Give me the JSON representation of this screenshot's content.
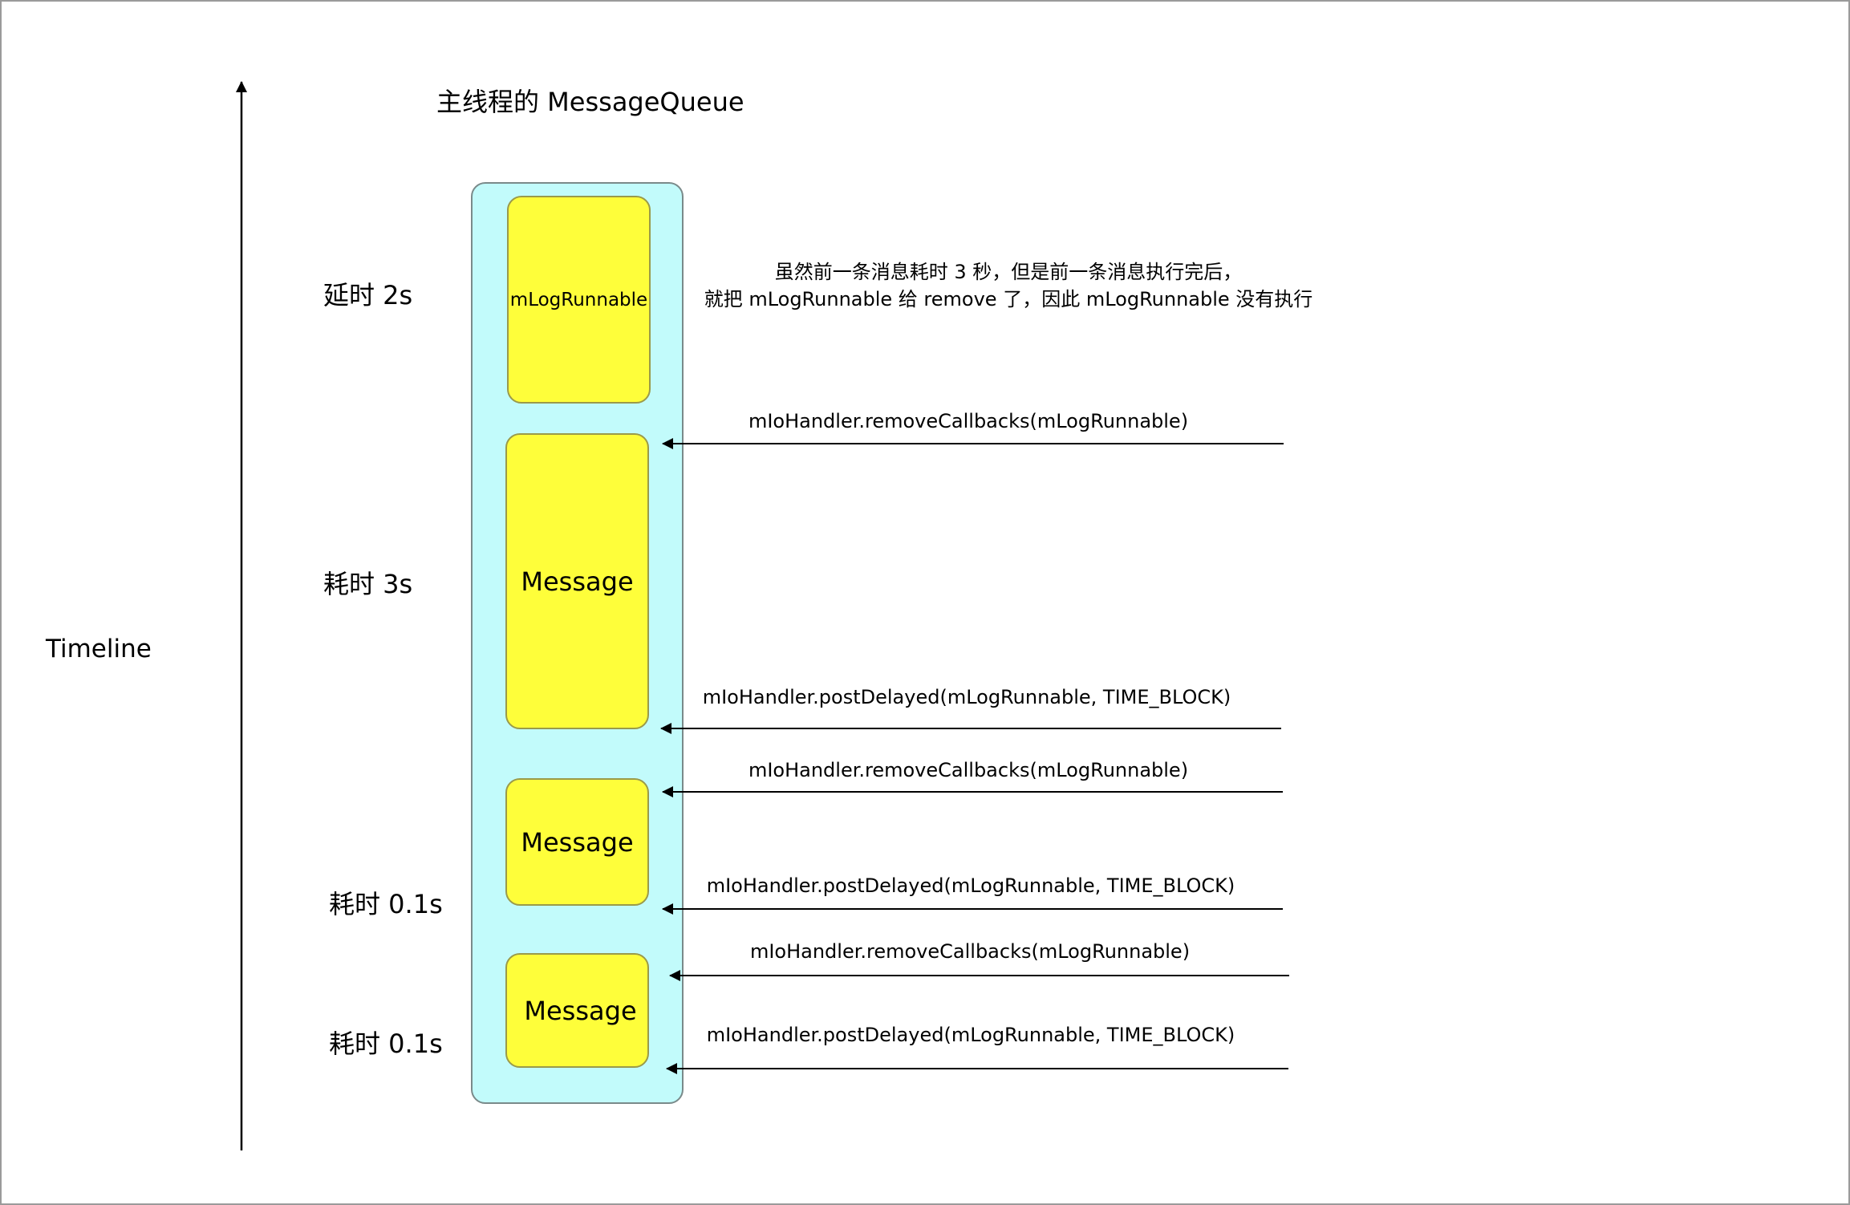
{
  "title": "主线程的 MessageQueue",
  "timeline_label": "Timeline",
  "colors": {
    "queue_fill": "#c2fbfb",
    "message_fill": "#fefe3a",
    "line": "#000000"
  },
  "durations": {
    "delay_2s": "延时 2s",
    "cost_3s": "耗时 3s",
    "cost_01s_a": "耗时 0.1s",
    "cost_01s_b": "耗时 0.1s"
  },
  "messages": {
    "log_runnable": "mLogRunnable",
    "message_1": "Message",
    "message_2": "Message",
    "message_3": "Message"
  },
  "note": {
    "line1": "虽然前一条消息耗时 3 秒，但是前一条消息执行完后，",
    "line2": "就把 mLogRunnable 给 remove 了，因此 mLogRunnable 没有执行"
  },
  "calls": {
    "remove_1": "mIoHandler.removeCallbacks(mLogRunnable)",
    "post_1": "mIoHandler.postDelayed(mLogRunnable, TIME_BLOCK)",
    "remove_2": "mIoHandler.removeCallbacks(mLogRunnable)",
    "post_2": "mIoHandler.postDelayed(mLogRunnable, TIME_BLOCK)",
    "remove_3": "mIoHandler.removeCallbacks(mLogRunnable)",
    "post_3": "mIoHandler.postDelayed(mLogRunnable, TIME_BLOCK)"
  }
}
